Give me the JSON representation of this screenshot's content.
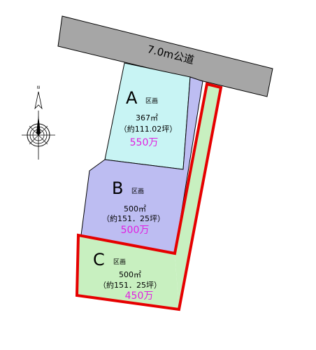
{
  "road": {
    "label": "7.0m公道",
    "fill": "#a6a6a6"
  },
  "compass": {
    "north_label": "N"
  },
  "lots": [
    {
      "letter": "A",
      "suffix": "区画",
      "area": "367㎡",
      "tsubo": "（約111.02坪）",
      "price": "550万",
      "fill": "#c8f4f4"
    },
    {
      "letter": "B",
      "suffix": "区画",
      "area": "500㎡",
      "tsubo": "（約151．25坪）",
      "price": "500万",
      "fill": "#bdbdf2"
    },
    {
      "letter": "C",
      "suffix": "区画",
      "area": "500㎡",
      "tsubo": "（約151．25坪）",
      "price": "450万",
      "fill": "#c8f0c0"
    }
  ],
  "colors": {
    "price": "#e020e0",
    "boundary": "#e60000",
    "strip": "#c8f0c0"
  }
}
